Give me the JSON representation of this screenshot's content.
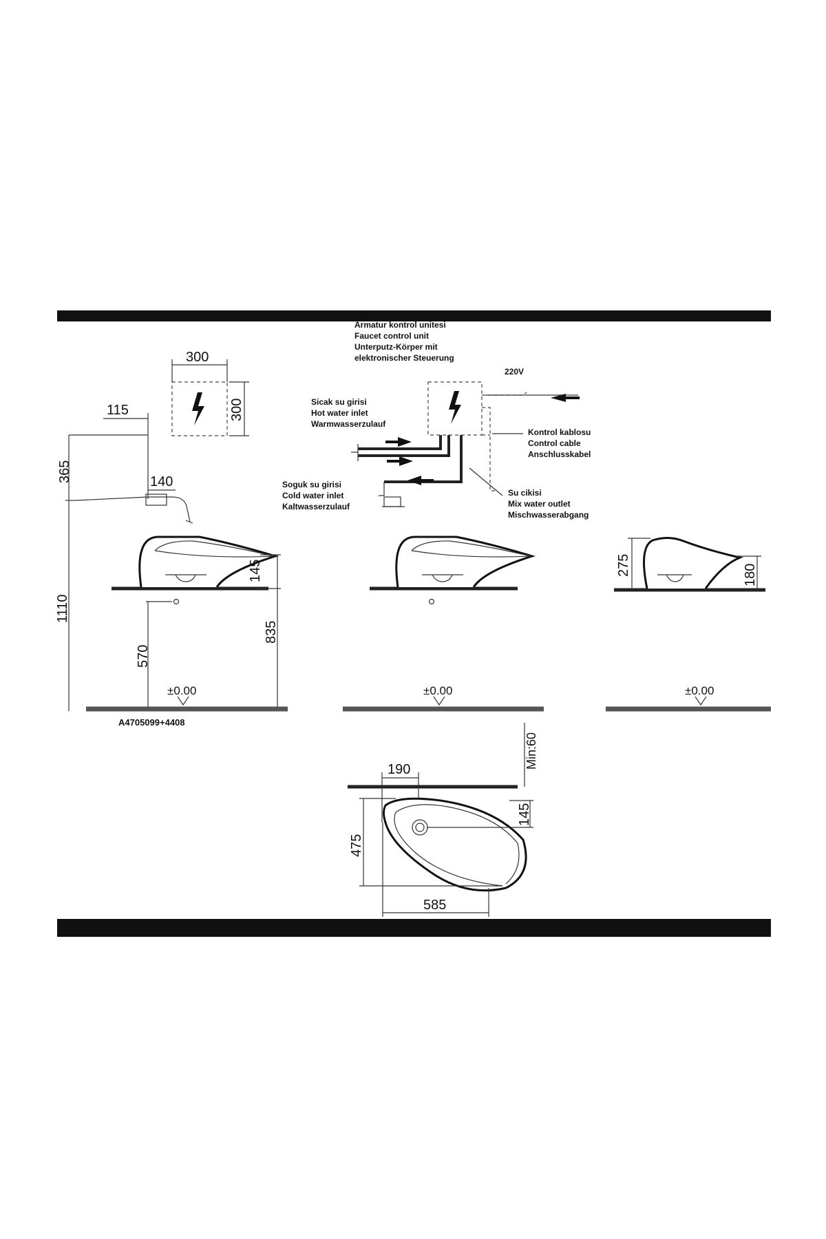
{
  "box": {
    "line1": "Armatur kontrol unitesi",
    "line2": "Faucet control unit",
    "line3": "Unterputz-Körper mit",
    "line4": "elektronischer Steuerung"
  },
  "voltage": "220V",
  "hot": {
    "line1": "Sicak su girisi",
    "line2": "Hot water inlet",
    "line3": "Warmwasserzulauf"
  },
  "cold": {
    "line1": "Soguk su girisi",
    "line2": "Cold water inlet",
    "line3": "Kaltwasserzulauf"
  },
  "cable": {
    "line1": "Kontrol kablosu",
    "line2": "Control cable",
    "line3": "Anschlusskabel"
  },
  "outlet": {
    "line1": "Su cikisi",
    "line2": "Mix water outlet",
    "line3": "Mischwasserabgang"
  },
  "dims": {
    "box_w": "300",
    "box_h": "300",
    "offset": "115",
    "spout": "140",
    "h365": "365",
    "h1110": "1110",
    "h570": "570",
    "h835": "835",
    "h145": "145",
    "h275": "275",
    "h180": "180",
    "min60": "Min:60",
    "d190": "190",
    "d475": "475",
    "d585": "585",
    "d145b": "145"
  },
  "level": "±0.00",
  "code": "A4705099+4408",
  "icons": [
    "lightning-icon",
    "arrow-left-icon",
    "arrow-right-icon"
  ]
}
